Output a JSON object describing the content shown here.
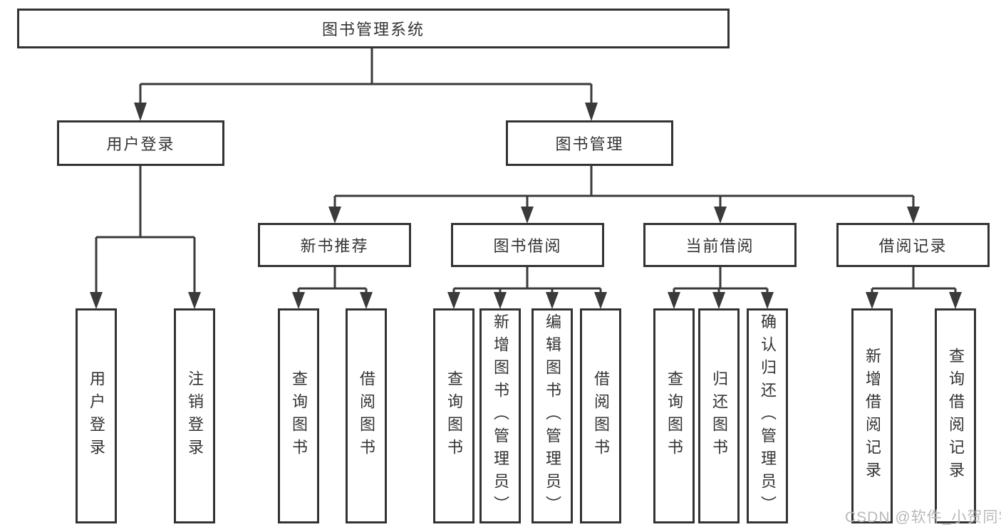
{
  "root": {
    "label": "图书管理系统"
  },
  "level1": [
    {
      "label": "用户登录"
    },
    {
      "label": "图书管理"
    }
  ],
  "level2": [
    {
      "label": "新书推荐"
    },
    {
      "label": "图书借阅"
    },
    {
      "label": "当前借阅"
    },
    {
      "label": "借阅记录"
    }
  ],
  "leaves": [
    {
      "label": "用户登录"
    },
    {
      "label": "注销登录"
    },
    {
      "label": "查询图书"
    },
    {
      "label": "借阅图书"
    },
    {
      "label": "查询图书"
    },
    {
      "label": "新增图书（管理员）"
    },
    {
      "label": "编辑图书（管理员）"
    },
    {
      "label": "借阅图书"
    },
    {
      "label": "查询图书"
    },
    {
      "label": "归还图书"
    },
    {
      "label": "确认归还（管理员）"
    },
    {
      "label": "新增借阅记录"
    },
    {
      "label": "查询借阅记录"
    }
  ],
  "watermark": {
    "text": "CSDN @软件_小贺同学"
  },
  "colors": {
    "line": "#3a3a3a",
    "box_border": "#333333",
    "text": "#333333",
    "watermark": "#b9b9b9",
    "background": "#ffffff"
  }
}
